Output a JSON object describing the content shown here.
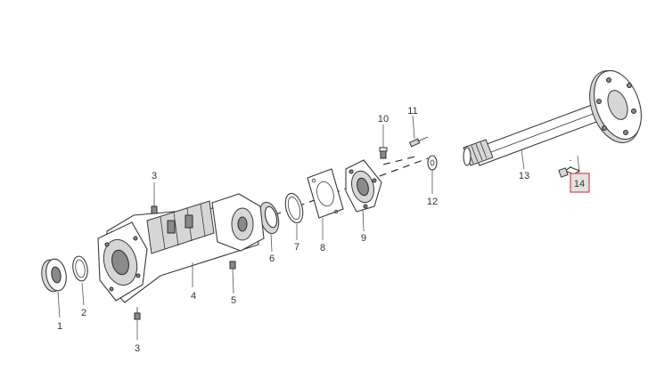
{
  "callouts": {
    "c1": "1",
    "c2": "2",
    "c3a": "3",
    "c3b": "3",
    "c4": "4",
    "c5": "5",
    "c6": "6",
    "c7": "7",
    "c8": "8",
    "c9": "9",
    "c10": "10",
    "c11": "11",
    "c12": "12",
    "c13": "13",
    "c14": "14"
  },
  "colors": {
    "highlight_border": "#d9534f",
    "highlight_fill": "#e2e2e2"
  }
}
